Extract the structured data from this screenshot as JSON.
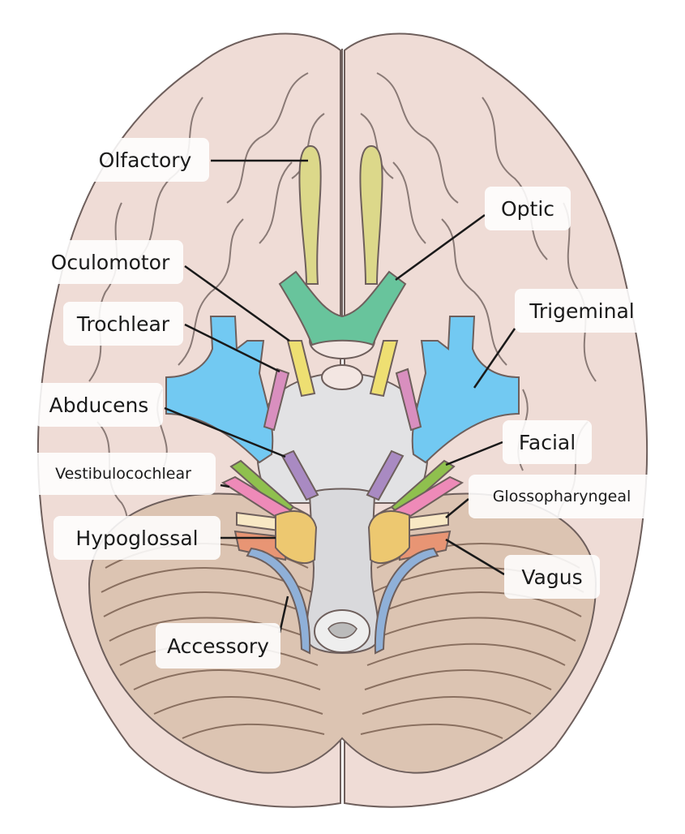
{
  "diagram": {
    "labels": {
      "olfactory": "Olfactory",
      "optic": "Optic",
      "oculomotor": "Oculomotor",
      "trochlear": "Trochlear",
      "trigeminal": "Trigeminal",
      "abducens": "Abducens",
      "facial": "Facial",
      "vestibulocochlear": "Vestibulocochlear",
      "glossopharyngeal": "Glossopharyngeal",
      "hypoglossal": "Hypoglossal",
      "vagus": "Vagus",
      "accessory": "Accessory"
    },
    "colors": {
      "brain": "#efdcd6",
      "brain_outline": "#6e5f5c",
      "cerebellum": "#dcc4b2",
      "brainstem": "#e2e2e4",
      "olfactory": "#dcd88a",
      "optic": "#68c49c",
      "oculomotor": "#eedf72",
      "trochlear": "#d98fbf",
      "trigeminal": "#72c9f2",
      "abducens": "#a98ac2",
      "facial": "#8fc04e",
      "vestibulocochlear": "#ee8ab8",
      "glossopharyngeal": "#f8e8c4",
      "vagus": "#e89574",
      "accessory": "#8fb0d8",
      "hypoglossal": "#edc870"
    }
  }
}
